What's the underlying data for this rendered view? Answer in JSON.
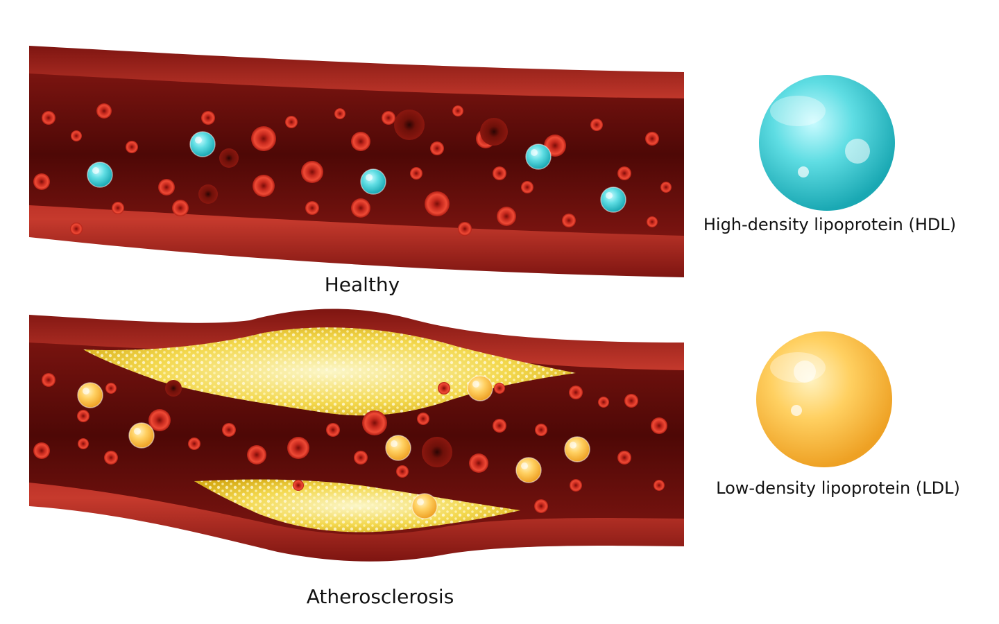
{
  "labels": {
    "healthy": "Healthy",
    "atherosclerosis": "Atherosclerosis",
    "hdl": "High-density lipoprotein (HDL)",
    "ldl": "Low-density lipoprotein (LDL)"
  },
  "colors": {
    "vessel_wall": "#a8201c",
    "vessel_lumen": "#5a0b08",
    "blood_cell": "#e43a2c",
    "plaque": "#f1d24a",
    "hdl": "#36c9d1",
    "ldl": "#f4b93a",
    "text": "#111111"
  }
}
